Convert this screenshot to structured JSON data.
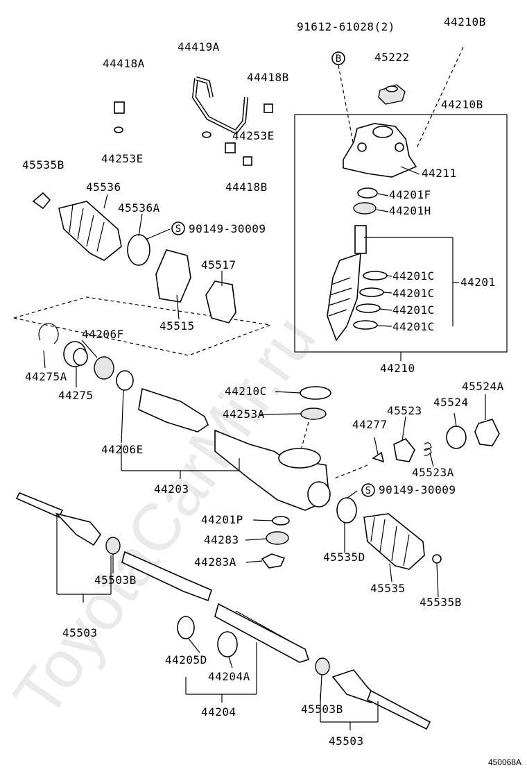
{
  "watermark": "ToyotaCarMir.ru",
  "figure_id": "450068A",
  "callouts": {
    "bolt_b": "B",
    "bolt_s1": "S",
    "bolt_s2": "S"
  },
  "labels": {
    "p91612": "91612-61028(2)",
    "p44210B_1": "44210B",
    "p44210B_2": "44210B",
    "p45222": "45222",
    "p44419A": "44419A",
    "p44418A": "44418A",
    "p44418B_1": "44418B",
    "p44253E_1": "44253E",
    "p44253E_2": "44253E",
    "p44418B_2": "44418B",
    "p45535B_1": "45535B",
    "p45536": "45536",
    "p45536A": "45536A",
    "p90149_1": "90149-30009",
    "p44211": "44211",
    "p44201F": "44201F",
    "p44201H": "44201H",
    "p44201C_1": "44201C",
    "p44201C_2": "44201C",
    "p44201C_3": "44201C",
    "p44201C_4": "44201C",
    "p44201": "44201",
    "p45517": "45517",
    "p45515": "45515",
    "p44206F": "44206F",
    "p44275A": "44275A",
    "p44275": "44275",
    "p44210": "44210",
    "p44210C": "44210C",
    "p44253A": "44253A",
    "p45524A": "45524A",
    "p45523": "45523",
    "p45524": "45524",
    "p44277": "44277",
    "p44206E": "44206E",
    "p45523A": "45523A",
    "p44203": "44203",
    "p90149_2": "90149-30009",
    "p44201P": "44201P",
    "p44283": "44283",
    "p44283A": "44283A",
    "p45535D": "45535D",
    "p45503B_1": "45503B",
    "p45535": "45535",
    "p45535B_2": "45535B",
    "p45503_1": "45503",
    "p44205D": "44205D",
    "p44204A": "44204A",
    "p44204": "44204",
    "p45503B_2": "45503B",
    "p45503_2": "45503"
  }
}
